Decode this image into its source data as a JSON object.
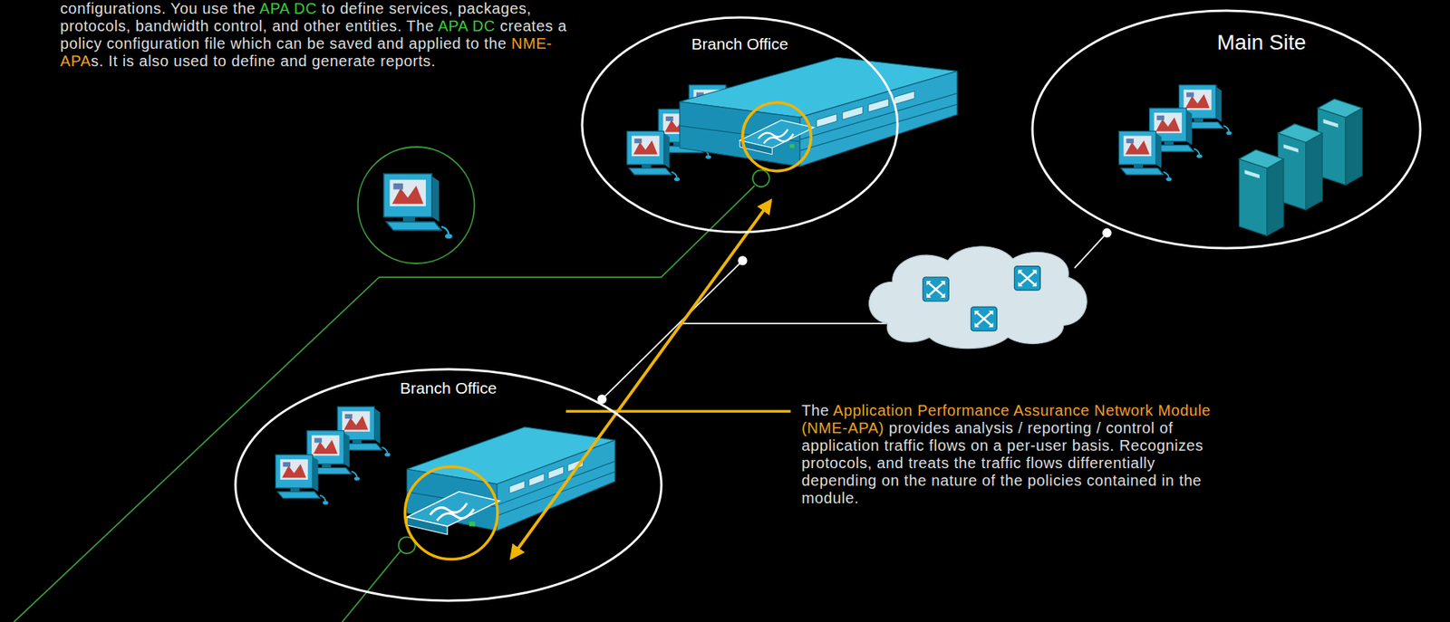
{
  "diagram": {
    "nodes": [
      {
        "text": [
          "Branch Office"
        ]
      },
      {
        "text": [
          "Main Site"
        ]
      },
      {
        "text": [
          "Branch Office"
        ]
      }
    ],
    "edges": [
      {
        "from": 0,
        "to": 2,
        "arrow": "both"
      }
    ],
    "labels": [
      "configurations. You use the ",
      "APA DC",
      " to define services, packages, protocols, bandwidth control, and other entities. The ",
      "APA DC",
      " creates a policy configuration file which can be saved and applied to the ",
      "NME-APA",
      "s. It is also used to define and generate reports.",
      "The ",
      "Application Performance Assurance Network Module (NME-APA)",
      " provides analysis / reporting / control of application traffic flows on a per-user basis. Recognizes protocols, and treats the traffic flows differentially depending on the nature of the policies contained in the module."
    ]
  }
}
